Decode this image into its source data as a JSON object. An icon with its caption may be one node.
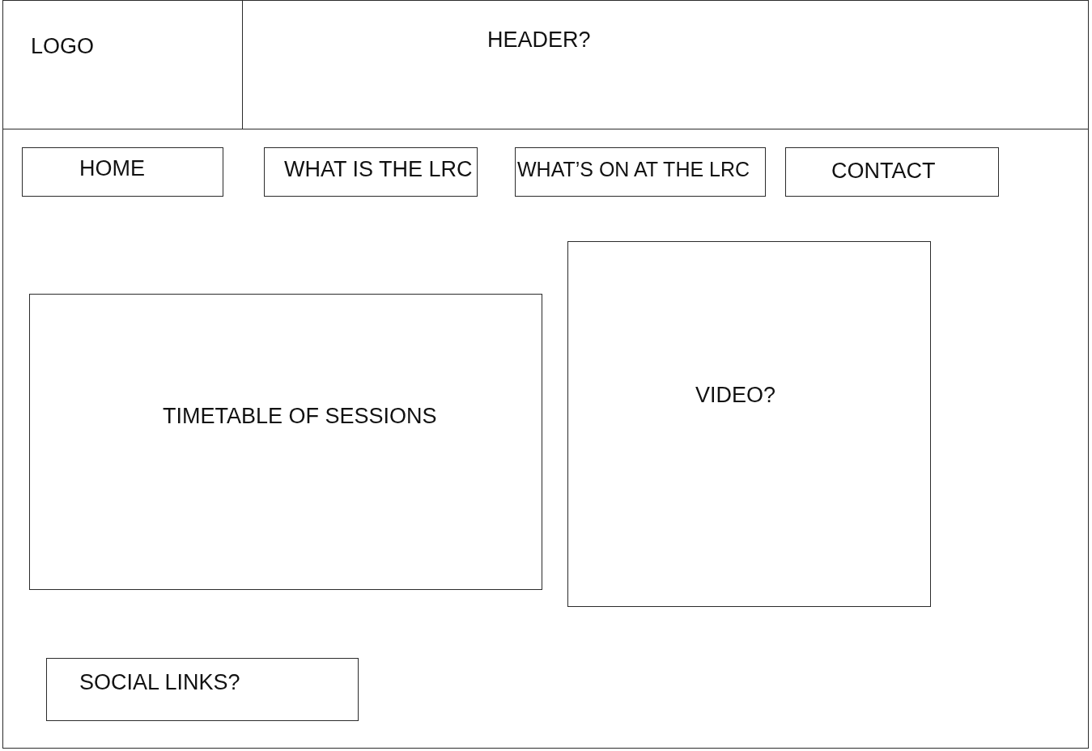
{
  "diagram": {
    "nodes": [
      {
        "text": [],
        "shape": "box"
      },
      {
        "text": [
          "LOGO"
        ],
        "in": 0
      },
      {
        "text": [
          "HEADER?"
        ],
        "in": 0
      },
      {
        "text": [
          "HOME"
        ],
        "in": 0
      },
      {
        "text": [
          "WHAT IS THE LRC"
        ],
        "in": 0
      },
      {
        "text": [
          "WHAT’S ON AT THE LRC"
        ],
        "in": 0
      },
      {
        "text": [
          "CONTACT"
        ],
        "in": 0
      },
      {
        "text": [
          "TIMETABLE OF SESSIONS"
        ],
        "in": 0
      },
      {
        "text": [
          "VIDEO?"
        ],
        "in": 0
      },
      {
        "text": [
          "SOCIAL LINKS?"
        ],
        "in": 0
      }
    ]
  }
}
